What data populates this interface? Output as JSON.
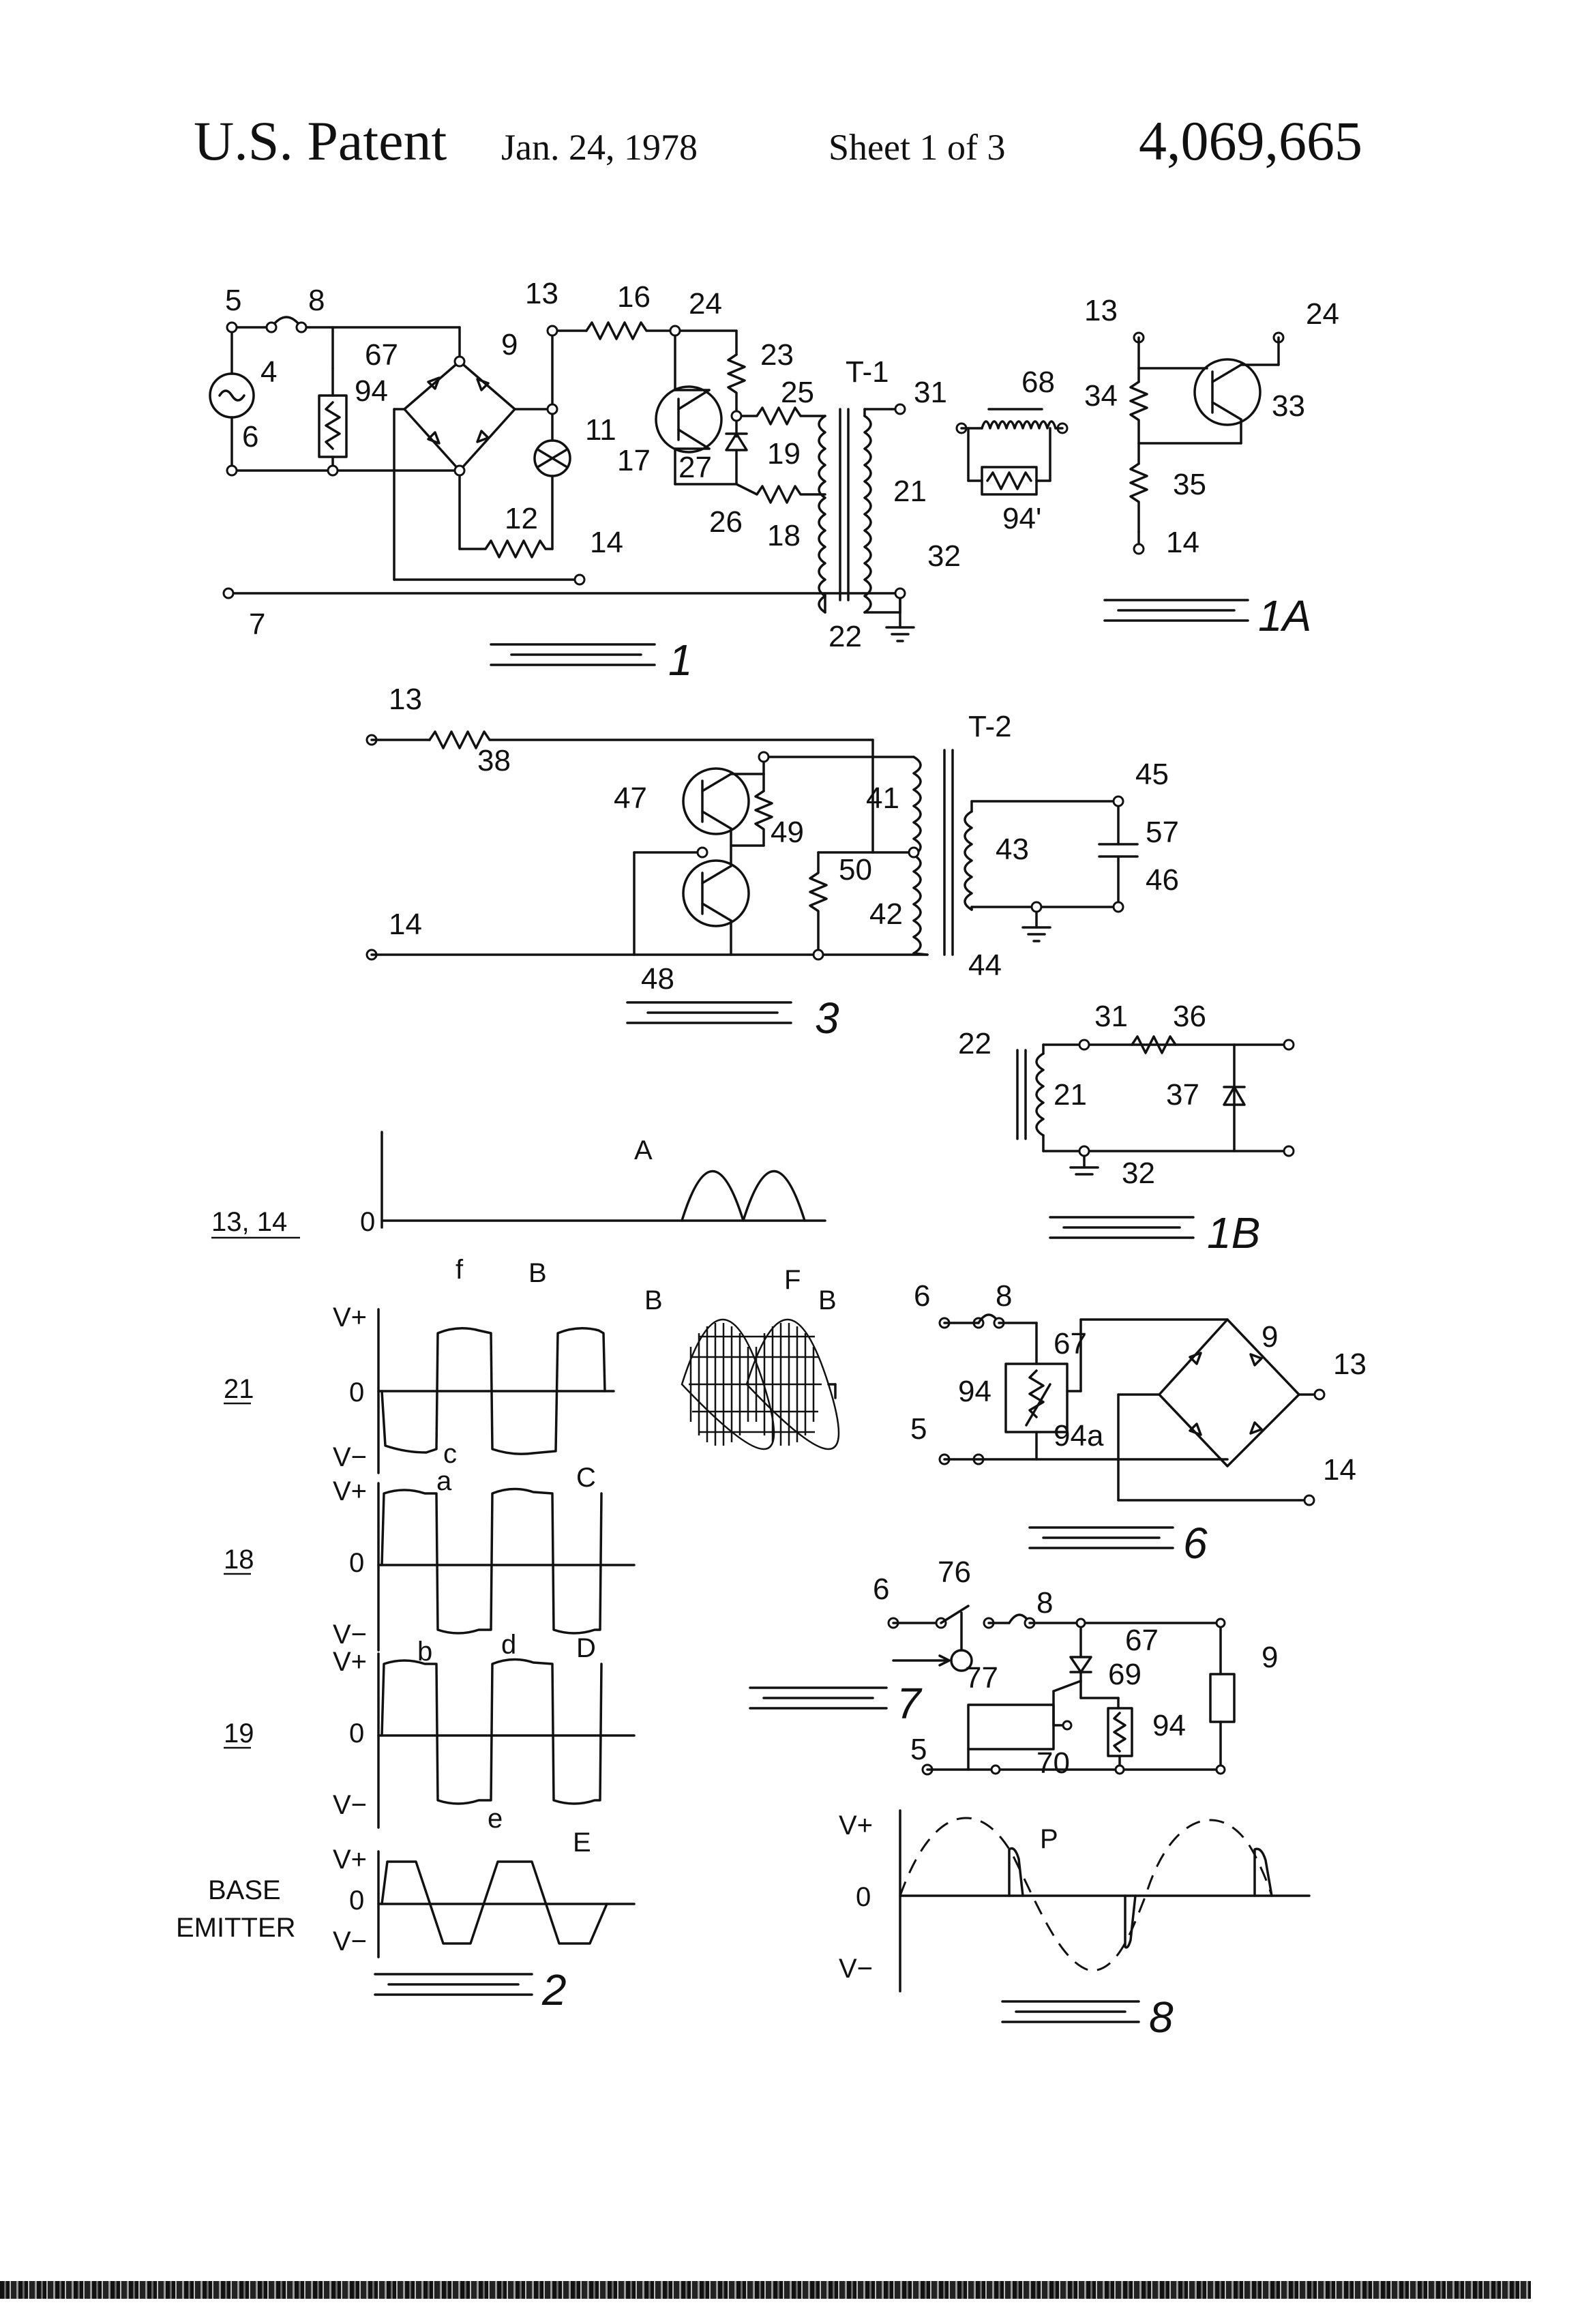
{
  "header": {
    "title": "U.S. Patent",
    "date": "Jan. 24, 1978",
    "sheet": "Sheet 1 of 3",
    "patent_number": "4,069,665"
  },
  "figures": {
    "fig1": "1",
    "fig1a": "1A",
    "fig1b": "1B",
    "fig2": "2",
    "fig3": "3",
    "fig6": "6",
    "fig7": "7",
    "fig8": "8"
  },
  "fig1_labels": {
    "n5": "5",
    "n8": "8",
    "n4": "4",
    "n6": "6",
    "n7": "7",
    "n67": "67",
    "n94": "94",
    "n9": "9",
    "n11": "11",
    "n12": "12",
    "n13": "13",
    "n16": "16",
    "n24": "24",
    "n14": "14",
    "n17": "17",
    "n23": "23",
    "n25": "25",
    "n27": "27",
    "n19": "19",
    "n26": "26",
    "n18": "18",
    "n22": "22",
    "t1": "T-1",
    "n31": "31",
    "n21": "21",
    "n32": "32"
  },
  "fig1a_labels": {
    "n68": "68",
    "n94p": "94'",
    "n13": "13",
    "n24": "24",
    "n34": "34",
    "n33": "33",
    "n35": "35",
    "n14": "14"
  },
  "fig3_labels": {
    "n13": "13",
    "n38": "38",
    "t2": "T-2",
    "n47": "47",
    "n41": "41",
    "n45": "45",
    "n49": "49",
    "n43": "43",
    "n57": "57",
    "n50": "50",
    "n46": "46",
    "n14": "14",
    "n42": "42",
    "n48": "48",
    "n44": "44"
  },
  "fig1b_labels": {
    "n22": "22",
    "n31": "31",
    "n36": "36",
    "n21": "21",
    "n37": "37",
    "n32": "32"
  },
  "fig2_labels": {
    "row_1314": "13, 14",
    "row_21": "21",
    "row_18": "18",
    "row_19": "19",
    "row_be1": "BASE",
    "row_be2": "EMITTER",
    "zero": "0",
    "vplus": "V+",
    "vminus": "V−",
    "A": "A",
    "B": "B",
    "C": "C",
    "D": "D",
    "E": "E",
    "F": "F",
    "a": "a",
    "b": "b",
    "c": "c",
    "d": "d",
    "e": "e",
    "f": "f"
  },
  "fig6_labels": {
    "n6": "6",
    "n8": "8",
    "n67": "67",
    "n9": "9",
    "n13": "13",
    "n94": "94",
    "n94a": "94a",
    "n5": "5",
    "n14": "14"
  },
  "fig7_labels": {
    "n6": "6",
    "n76": "76",
    "n8": "8",
    "n67": "67",
    "n9": "9",
    "n69": "69",
    "n77": "77",
    "n94": "94",
    "n70": "70",
    "n5": "5"
  },
  "fig8_labels": {
    "vplus": "V+",
    "zero": "0",
    "vminus": "V−",
    "P": "P"
  }
}
